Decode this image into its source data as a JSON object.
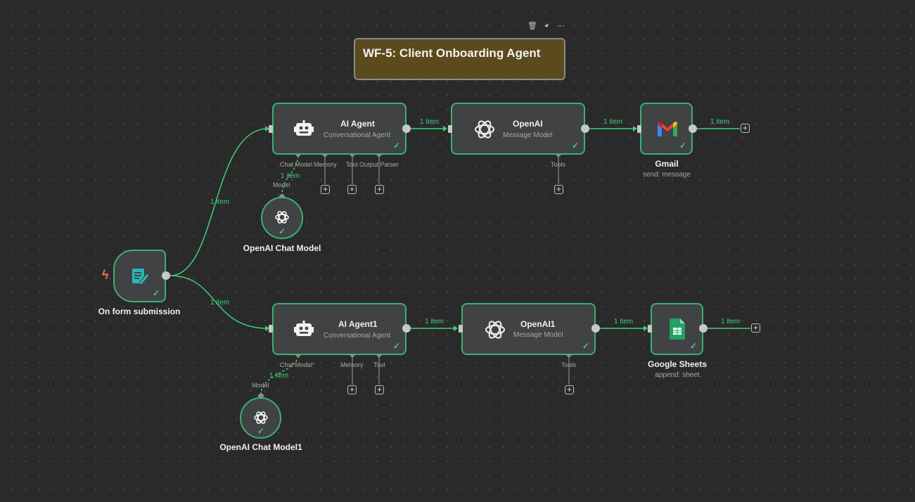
{
  "canvas": {
    "sticky_title": "WF-5: Client Onboarding Agent",
    "sticky_toolbar": [
      "trash-icon",
      "palette-icon",
      "more-icon"
    ],
    "colors": {
      "accent": "#38b36e",
      "edge": "#3ecf7a",
      "trigger": "#ff6d5a",
      "node_bg": "#414244",
      "canvas_bg": "#2a2a2a",
      "sticky_bg": "#5b4a1c"
    }
  },
  "nodes": {
    "trigger": {
      "title": "On form submission",
      "icon": "form-icon"
    },
    "agent1": {
      "title": "AI Agent",
      "subtitle": "Conversational Agent",
      "ports": [
        "Chat Model",
        "Memory",
        "Tool",
        "Output Parser"
      ]
    },
    "openai1": {
      "title": "OpenAI",
      "subtitle": "Message Model",
      "port": "Tools"
    },
    "gmail": {
      "title": "Gmail",
      "subtitle": "send: message"
    },
    "chatmodel1": {
      "title": "OpenAI Chat Model",
      "port": "Model"
    },
    "agent2": {
      "title": "AI Agent1",
      "subtitle": "Conversational Agent",
      "ports": [
        "Chat Model",
        "Memory",
        "Tool"
      ],
      "required_marker": "*"
    },
    "openai2": {
      "title": "OpenAI1",
      "subtitle": "Message Model",
      "port": "Tools"
    },
    "sheets": {
      "title": "Google Sheets",
      "subtitle": "append: sheet"
    },
    "chatmodel2": {
      "title": "OpenAI Chat Model1",
      "port": "Model"
    }
  },
  "edges": {
    "trigger_to_agent1": "1 item",
    "trigger_to_agent2": "1 item",
    "agent1_to_openai1": "1 item",
    "openai1_to_gmail": "1 item",
    "gmail_out": "1 item",
    "chatmodel1_to_agent1": "1 item",
    "agent2_to_openai2": "1 item",
    "openai2_to_sheets": "1 item",
    "sheets_out": "1 item",
    "chatmodel2_to_agent2": "1 item"
  }
}
